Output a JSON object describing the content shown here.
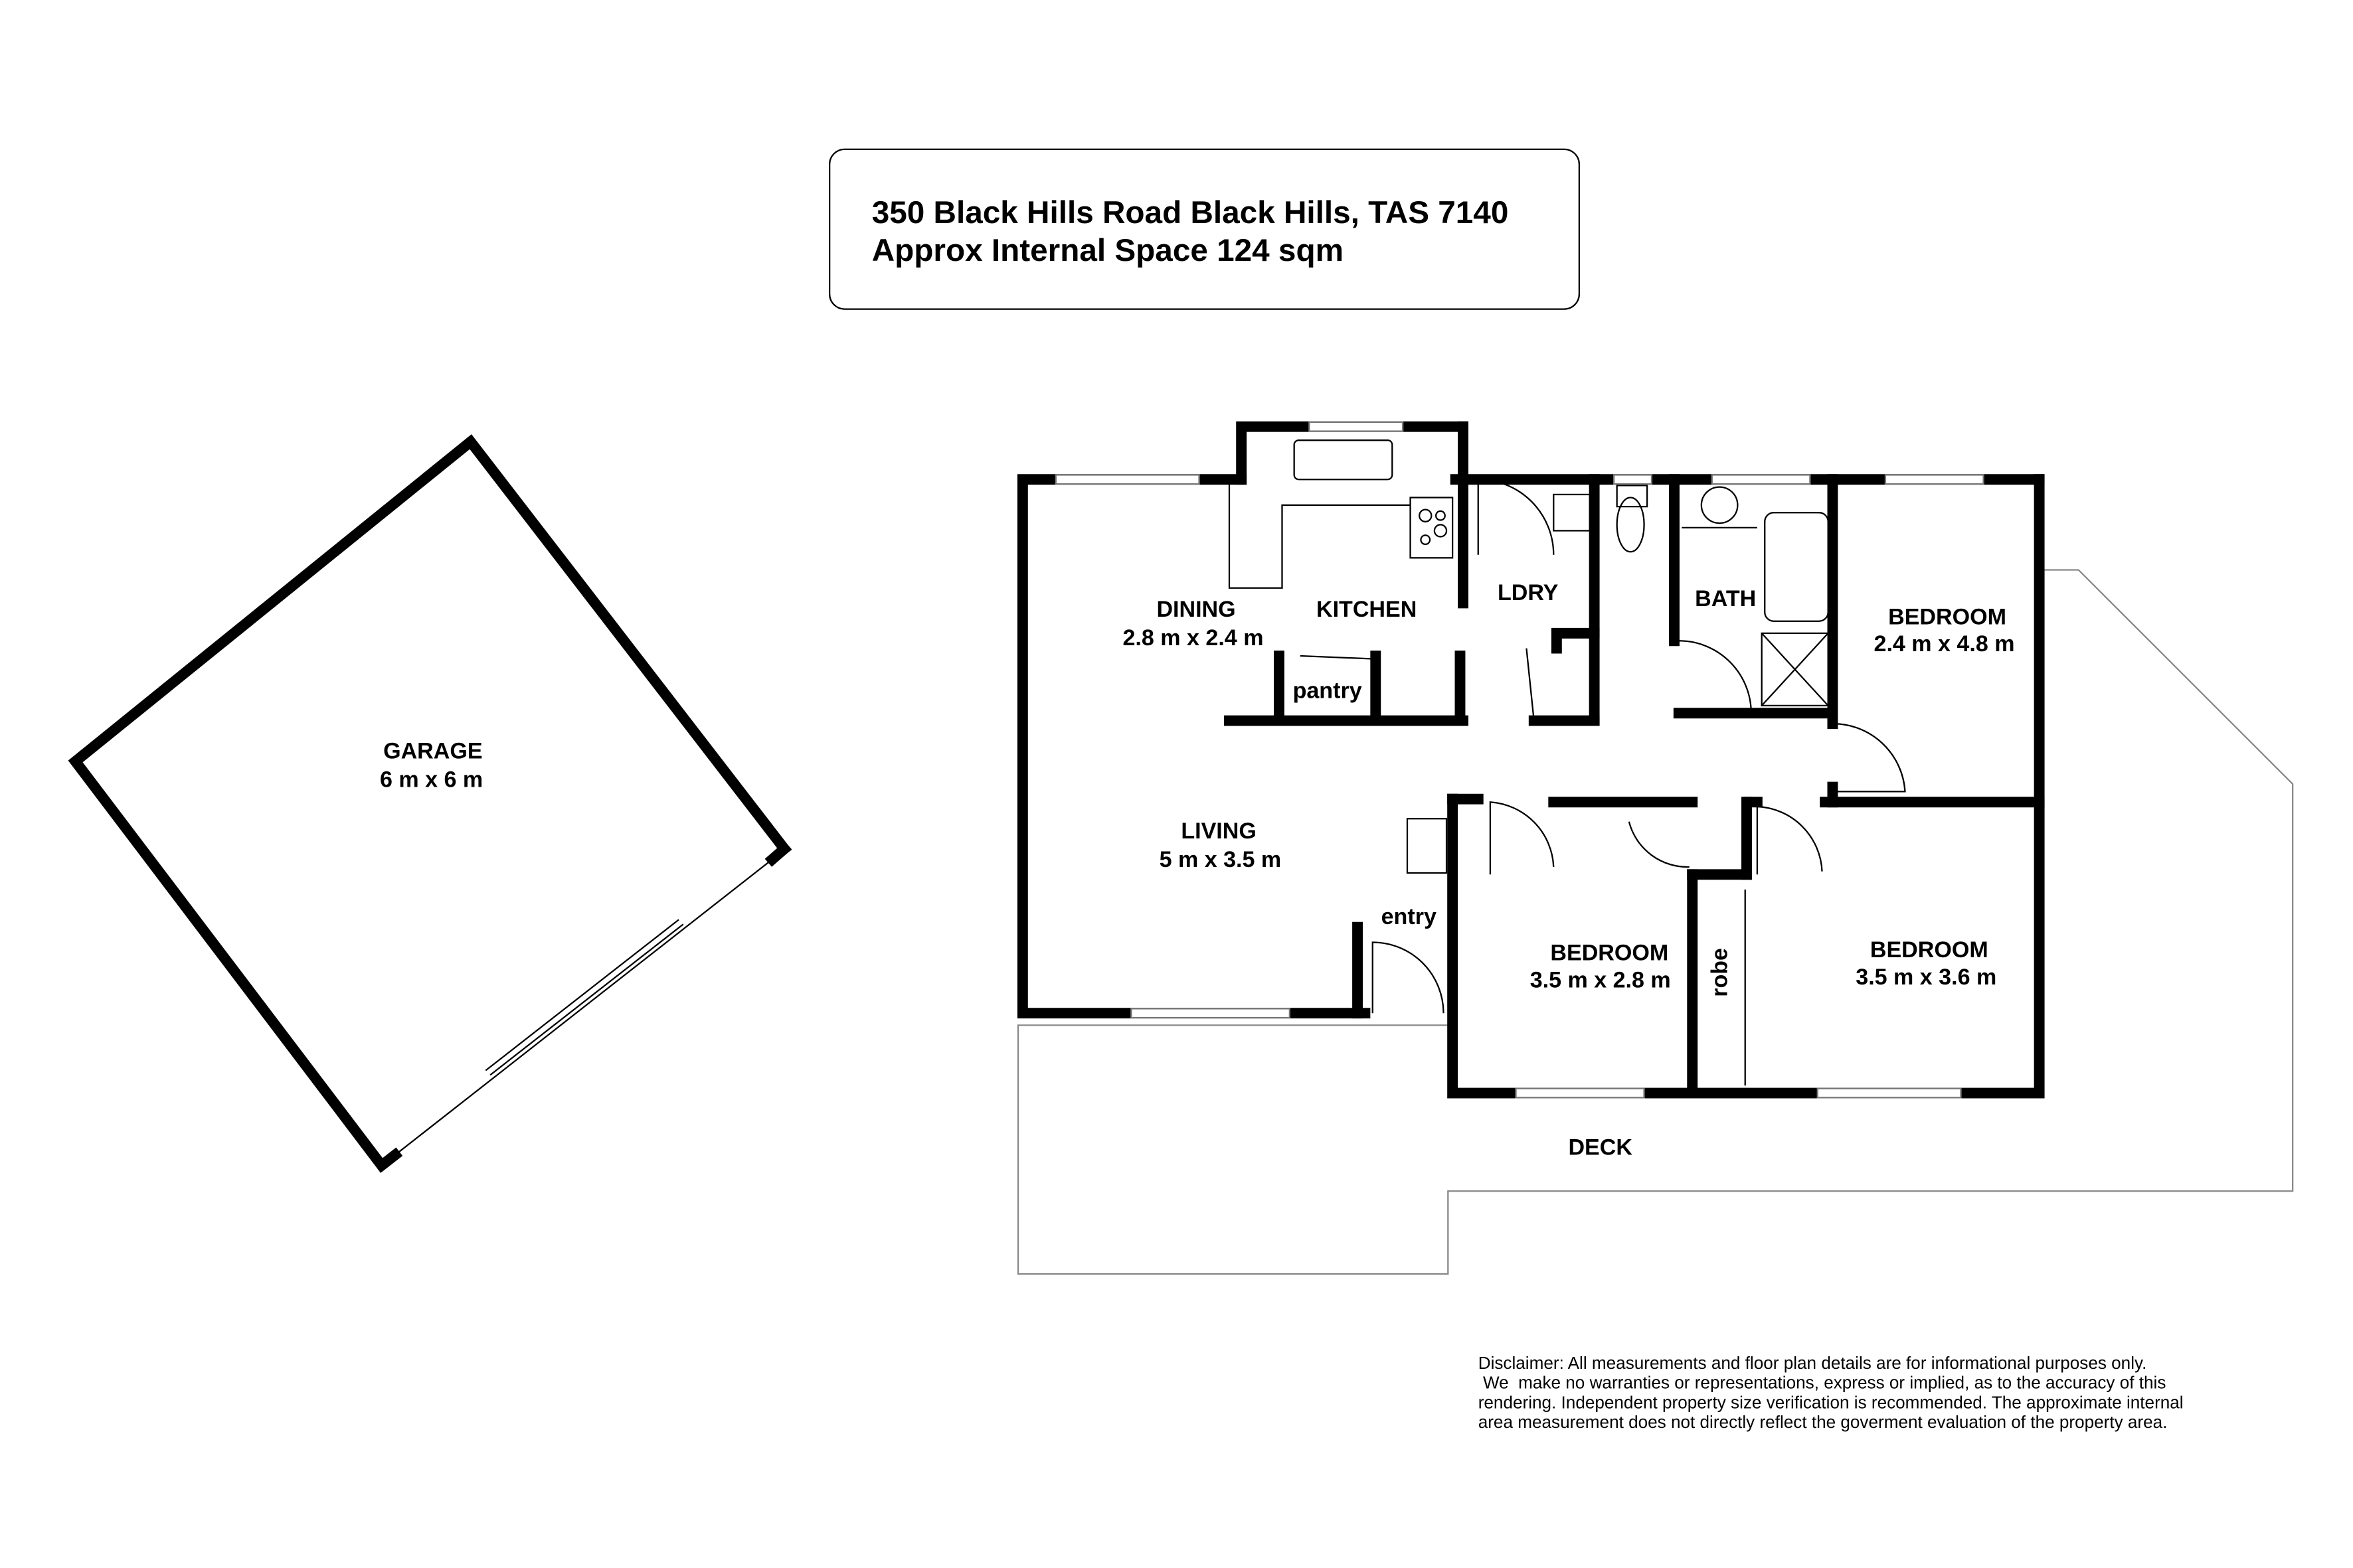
{
  "title": {
    "address": "350 Black Hills Road Black Hills, TAS 7140",
    "area": "Approx Internal Space 124 sqm"
  },
  "rooms": {
    "dining": {
      "name": "DINING",
      "size": "2.8 m x 2.4 m"
    },
    "kitchen": {
      "name": "KITCHEN"
    },
    "pantry": {
      "name": "pantry"
    },
    "laundry": {
      "name": "LDRY"
    },
    "bath": {
      "name": "BATH"
    },
    "bedroom1": {
      "name": "BEDROOM",
      "size": "2.4 m x 4.8 m"
    },
    "garage": {
      "name": "GARAGE",
      "size": "6 m x 6 m"
    },
    "living": {
      "name": "LIVING",
      "size": "5 m x 3.5 m"
    },
    "entry": {
      "name": "entry"
    },
    "bedroom2": {
      "name": "BEDROOM",
      "size": "3.5 m x 2.8 m"
    },
    "robe": {
      "name": "robe"
    },
    "bedroom3": {
      "name": "BEDROOM",
      "size": "3.5 m x 3.6 m"
    },
    "deck": {
      "name": "DECK"
    }
  },
  "disclaimer": [
    "Disclaimer: All measurements and floor plan details are for informational purposes only.",
    " We  make no warranties or representations, express or implied, as to the accuracy of this",
    "rendering. Independent property size verification is recommended. The approximate internal",
    "area measurement does not directly reflect the goverment evaluation of the property area."
  ]
}
